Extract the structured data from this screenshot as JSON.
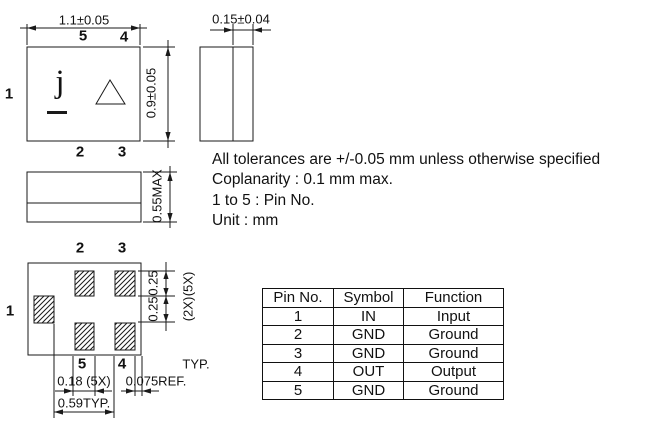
{
  "views": {
    "top": {
      "dim_width": "1.1±0.05",
      "dim_height": "0.9±0.05",
      "pin_top_left": "5",
      "pin_top_right": "4",
      "pin_left": "1",
      "pin_bottom_left": "2",
      "pin_bottom_right": "3",
      "logo_mark": "j"
    },
    "side": {
      "dim_lid_width": "0.15±0.04"
    },
    "front": {
      "dim_max_height": "0.55MAX"
    },
    "bottom": {
      "pin_top_left": "2",
      "pin_top_right": "3",
      "pin_left": "1",
      "pin_bottom_left": "5",
      "pin_bottom_right": "4",
      "dim_pad_height": "0.25",
      "dim_pad_height_count": "(5X)",
      "dim_row_gap": "0.25",
      "dim_row_gap_count": "(2X)",
      "dim_typ": "TYP.",
      "dim_pad_width": "0.18 (5X)",
      "dim_edge_gap": "0.075REF.",
      "dim_pitch": "0.59TYP."
    }
  },
  "notes": [
    "All tolerances are +/-0.05 mm unless otherwise specified",
    "Coplanarity : 0.1 mm max.",
    "1 to 5 : Pin No.",
    "Unit : mm"
  ],
  "pin_table": {
    "headers": [
      "Pin No.",
      "Symbol",
      "Function"
    ],
    "rows": [
      [
        "1",
        "IN",
        "Input"
      ],
      [
        "2",
        "GND",
        "Ground"
      ],
      [
        "3",
        "GND",
        "Ground"
      ],
      [
        "4",
        "OUT",
        "Output"
      ],
      [
        "5",
        "GND",
        "Ground"
      ]
    ]
  },
  "colors": {
    "line": "#1a1a1a",
    "text": "#111111",
    "background": "#ffffff"
  }
}
